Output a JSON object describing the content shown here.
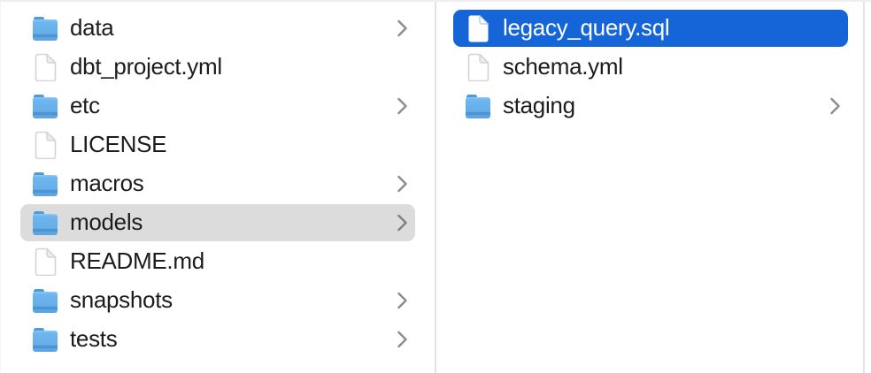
{
  "colors": {
    "selection_blue": "#1565d9",
    "selection_gray": "#dcdcdc",
    "divider_gray": "#e3e3e3",
    "text_primary": "#1c1c1e",
    "text_selected": "#ffffff",
    "folder_blue": "#66afe9",
    "chevron_gray": "#8b8b8b"
  },
  "columns": [
    {
      "name": "parent-column",
      "items": [
        {
          "label": "data",
          "type": "folder",
          "has_chevron": true,
          "selected": false
        },
        {
          "label": "dbt_project.yml",
          "type": "file",
          "has_chevron": false,
          "selected": false
        },
        {
          "label": "etc",
          "type": "folder",
          "has_chevron": true,
          "selected": false
        },
        {
          "label": "LICENSE",
          "type": "file",
          "has_chevron": false,
          "selected": false
        },
        {
          "label": "macros",
          "type": "folder",
          "has_chevron": true,
          "selected": false
        },
        {
          "label": "models",
          "type": "folder",
          "has_chevron": true,
          "selected": true,
          "selection_style": "inactive-gray"
        },
        {
          "label": "README.md",
          "type": "file",
          "has_chevron": false,
          "selected": false
        },
        {
          "label": "snapshots",
          "type": "folder",
          "has_chevron": true,
          "selected": false
        },
        {
          "label": "tests",
          "type": "folder",
          "has_chevron": true,
          "selected": false
        }
      ]
    },
    {
      "name": "child-column",
      "items": [
        {
          "label": "legacy_query.sql",
          "type": "file",
          "has_chevron": false,
          "selected": true,
          "selection_style": "active-blue"
        },
        {
          "label": "schema.yml",
          "type": "file",
          "has_chevron": false,
          "selected": false
        },
        {
          "label": "staging",
          "type": "folder",
          "has_chevron": true,
          "selected": false
        }
      ]
    }
  ]
}
